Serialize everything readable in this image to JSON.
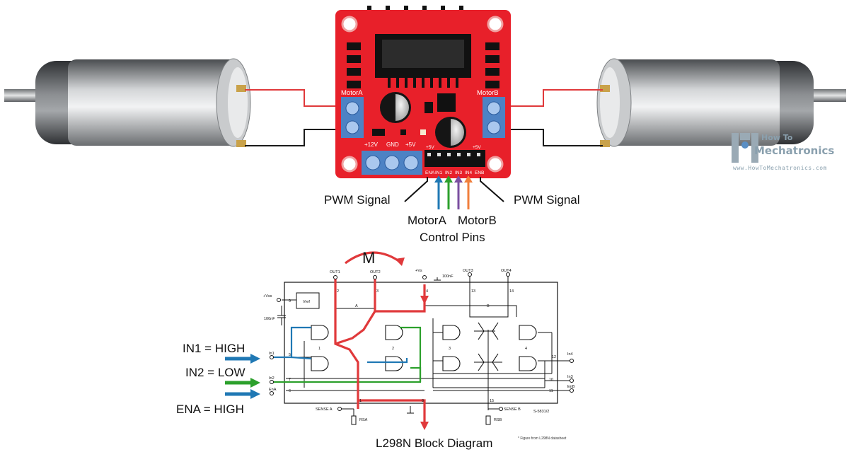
{
  "board": {
    "motor_a_label": "MotorA",
    "motor_b_label": "MotorB",
    "power_pins": [
      "+12V",
      "GND",
      "+5V"
    ],
    "control_pins": [
      "ENA",
      "IN1",
      "IN2",
      "IN3",
      "IN4",
      "ENB"
    ],
    "plus5v_left": "+5V",
    "plus5v_right": "+5V"
  },
  "annotations": {
    "pwm_left": "PWM Signal",
    "pwm_right": "PWM Signal",
    "motor_a_ctrl": "MotorA",
    "motor_b_ctrl": "MotorB",
    "control_pins": "Control Pins"
  },
  "brand": {
    "line1": "How To",
    "line2": "Mechatronics",
    "url": "www.HowToMechatronics.com"
  },
  "diagram": {
    "title": "L298N Block Diagram",
    "motor_symbol": "M",
    "in1_state": "IN1 = HIGH",
    "in2_state": "IN2 = LOW",
    "ena_state": "ENA = HIGH",
    "footnote": "* Figure from L298N datasheet",
    "pins": {
      "out1": "OUT1",
      "out2": "OUT2",
      "vs": "+Vs",
      "cap_top": "100nF",
      "out3": "OUT3",
      "out4": "OUT4",
      "vss": "+Vss",
      "cap_left": "100nF",
      "vref": "Vref",
      "in1": "In1",
      "in2": "In2",
      "ena": "EnA",
      "in3": "In3",
      "in4": "In4",
      "enb": "EnB",
      "sense_a": "SENSE A",
      "sense_b": "SENSE B",
      "rsa": "RSA",
      "rsb": "RSB",
      "bridge_a": "A",
      "bridge_b": "B",
      "code": "S-5831/2"
    },
    "pin_numbers": [
      "2",
      "3",
      "4",
      "13",
      "14",
      "9",
      "5",
      "7",
      "6",
      "12",
      "10",
      "11",
      "1",
      "8",
      "15"
    ],
    "gate_numbers": [
      "1",
      "2",
      "3",
      "4"
    ]
  },
  "colors": {
    "board_red": "#e8202a",
    "highlight_red": "#e0393b",
    "in1_blue": "#1f78b4",
    "in2_green": "#2ca02c",
    "in3_purple": "#7b4fa0",
    "in4_orange": "#f07f3c"
  }
}
